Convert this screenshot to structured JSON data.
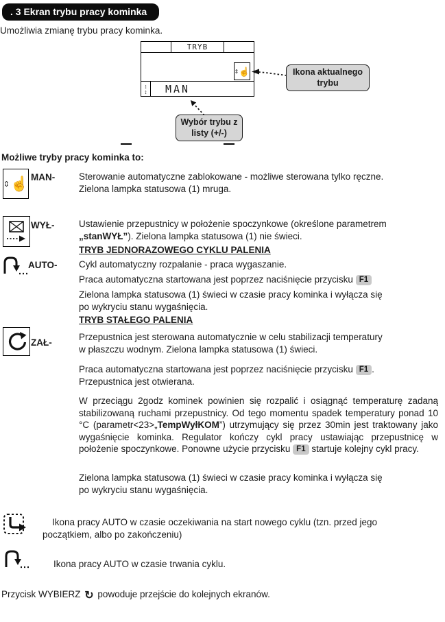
{
  "header": {
    "badge": ". 3 Ekran trybu pracy kominka",
    "intro": "Umożliwia zmianę trybu pracy kominka."
  },
  "display": {
    "title": "TRYB",
    "value": "MAN",
    "callouts": {
      "current_mode": "Ikona aktualnego trybu",
      "select_mode": "Wybór trybu z listy (+/-)"
    }
  },
  "icons": {
    "hand_glyph": "☝",
    "updown_glyph": "⇕",
    "small_updown_glyph": "↕",
    "rotate_glyph": "↻"
  },
  "modes": {
    "heading": "Możliwe tryby pracy kominka to:",
    "man": {
      "label": "MAN-",
      "text": "Sterowanie automatyczne zablokowane - możliwe sterowana tylko ręczne.\nZielona lampka statusowa (1) mruga."
    },
    "wyl": {
      "label": "WYŁ-",
      "line1": "Ustawienie przepustnicy w położenie spoczynkowe (określone parametrem",
      "line2_bold": "„stanWYŁ”",
      "line2_rest": "). Zielona lampka statusowa (1) nie świeci."
    },
    "single_cycle_heading": "TRYB JEDNORAZOWEGO CYKLU PALENIA",
    "auto": {
      "label": "AUTO-",
      "p1": "Cykl automatyczny rozpalanie - praca wygaszanie.",
      "p2_pre": "Praca automatyczna startowana jest poprzez naciśnięcie przycisku ",
      "p2_badge": "F1",
      "p3": "Zielona lampka statusowa (1) świeci w czasie pracy kominka i wyłącza się\npo wykryciu stanu wygaśnięcia."
    },
    "continuous_heading": "TRYB STAŁEGO PALENIA",
    "zal": {
      "label": "ZAŁ-",
      "p1": "Przepustnica jest sterowana automatycznie w celu stabilizacji temperatury\nw płaszczu wodnym. Zielona lampka statusowa (1) świeci.",
      "p2_pre": "Praca automatyczna startowana jest poprzez naciśnięcie przycisku ",
      "p2_badge": "F1",
      "p2_after": ".",
      "p2_line2": "Przepustnica jest otwierana.",
      "p3_pre": "W przeciągu 2godz kominek powinien się rozpalić i osiągnąć temperaturę zadaną stabilizowaną ruchami przepustnicy. Od tego momentu spadek temperatury ponad 10 °C (parametr<23>„",
      "p3_bold": "TempWyłKOM",
      "p3_mid": "”) utrzymujący się przez 30min jest traktowany jako wygaśnięcie kominka. Regulator kończy cykl pracy ustawiając przepustnicę w położenie spoczynkowe. Ponowne użycie przycisku ",
      "p3_badge": "F1",
      "p3_post": " startuje kolejny cykl pracy.",
      "p4": "Zielona lampka statusowa (1) świeci w czasie pracy kominka i wyłącza się\npo wykryciu stanu wygaśnięcia."
    }
  },
  "notes": {
    "auto_wait": "Ikona pracy AUTO w czasie oczekiwania na start nowego cyklu (tzn. przed jego\npoczątkiem, albo po zakończeniu)",
    "auto_running": "Ikona pracy AUTO w czasie trwania cyklu.",
    "footer_pre": "Przycisk WYBIERZ ",
    "footer_post": " powoduje przejście do kolejnych ekranów."
  }
}
